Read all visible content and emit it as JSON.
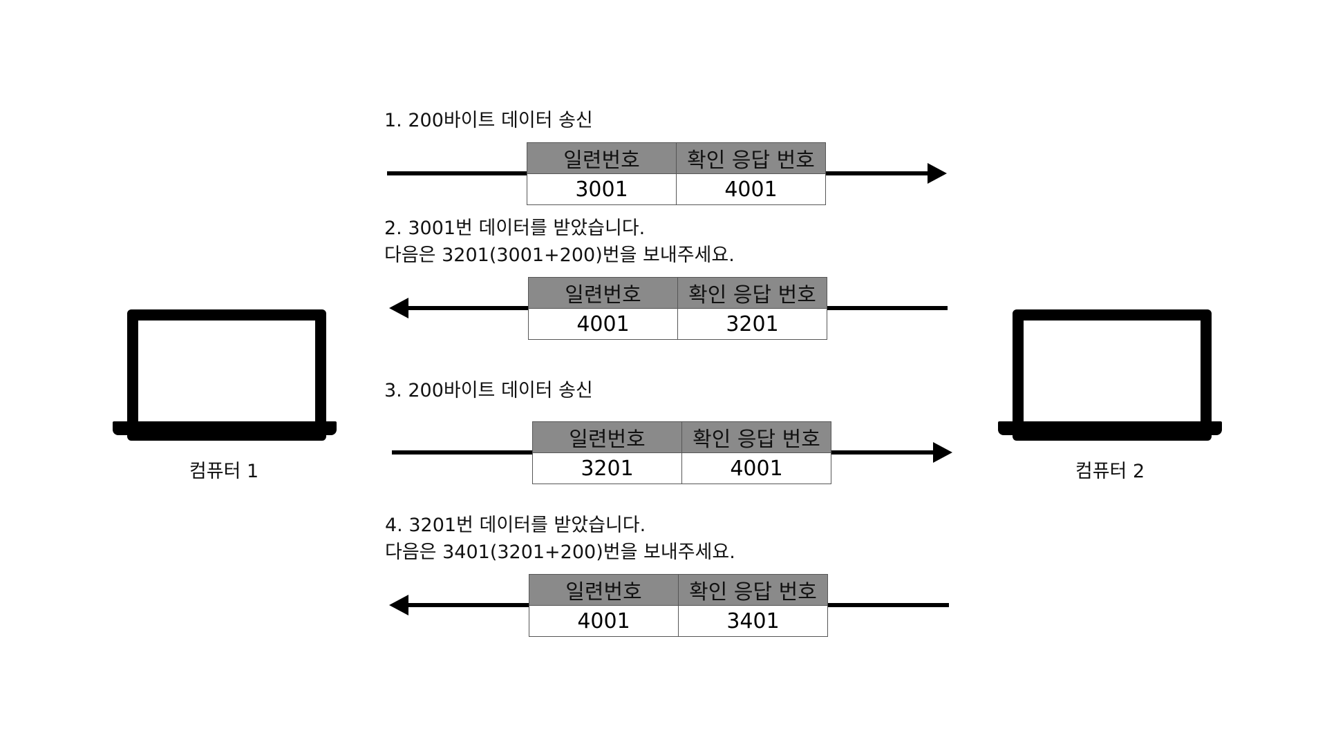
{
  "computers": {
    "left": {
      "label": "컴퓨터 1"
    },
    "right": {
      "label": "컴퓨터 2"
    }
  },
  "headers": {
    "seq": "일련번호",
    "ack": "확인 응답 번호"
  },
  "steps": [
    {
      "caption": [
        "1. 200바이트 데이터 송신"
      ],
      "direction": "right",
      "seq": "3001",
      "ack": "4001"
    },
    {
      "caption": [
        "2. 3001번 데이터를 받았습니다.",
        "다음은 3201(3001+200)번을 보내주세요."
      ],
      "direction": "left",
      "seq": "4001",
      "ack": "3201"
    },
    {
      "caption": [
        "3. 200바이트 데이터 송신"
      ],
      "direction": "right",
      "seq": "3201",
      "ack": "4001"
    },
    {
      "caption": [
        "4. 3201번 데이터를 받았습니다.",
        "다음은 3401(3201+200)번을 보내주세요."
      ],
      "direction": "left",
      "seq": "4001",
      "ack": "3401"
    }
  ],
  "icons": {
    "computer": "laptop-icon"
  }
}
